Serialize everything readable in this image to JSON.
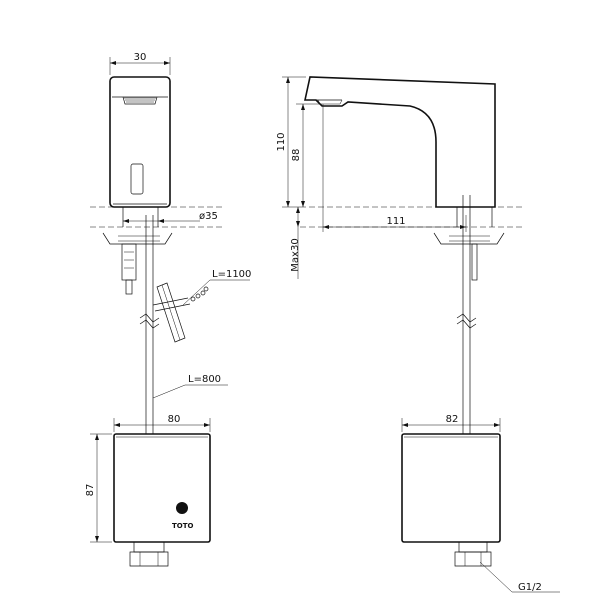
{
  "brand": "TOTO",
  "front_view": {
    "width_label": "30",
    "hole_label": "ø35",
    "hose_length_1_label": "L=1100",
    "hose_length_2_label": "L=800",
    "box_width_label": "80",
    "box_height_label": "87"
  },
  "side_view": {
    "height_label": "110",
    "spout_height_label": "88",
    "reach_label": "111",
    "deck_thickness_label": "Max30",
    "box_depth_label": "82",
    "thread_label": "G1/2"
  }
}
